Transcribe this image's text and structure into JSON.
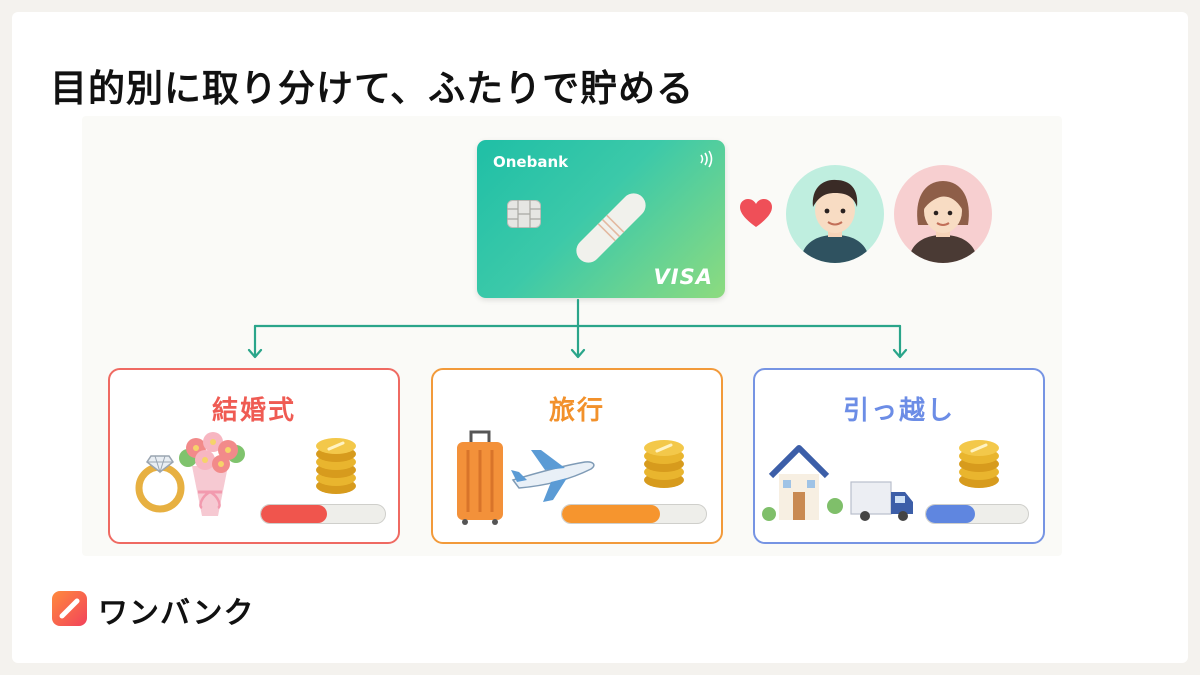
{
  "title": "目的別に取り分けて、ふたりで貯める",
  "card": {
    "brand": "Onebank",
    "network": "VISA"
  },
  "people": [
    "man-avatar",
    "woman-avatar"
  ],
  "goals": [
    {
      "label": "結婚式",
      "color": "#ef5b53",
      "progress": 0.53,
      "icons": [
        "ring-icon",
        "bouquet-icon",
        "coins-icon"
      ]
    },
    {
      "label": "旅行",
      "color": "#f2912b",
      "progress": 0.68,
      "icons": [
        "suitcase-icon",
        "airplane-icon",
        "coins-icon"
      ]
    },
    {
      "label": "引っ越し",
      "color": "#6c8de6",
      "progress": 0.48,
      "icons": [
        "house-icon",
        "truck-icon",
        "coins-icon"
      ]
    }
  ],
  "footer": {
    "name": "ワンバンク"
  }
}
